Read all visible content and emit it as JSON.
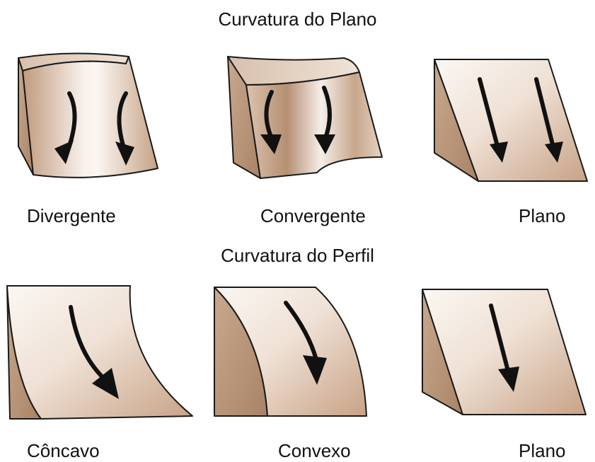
{
  "plan_curvature": {
    "title": "Curvatura do Plano",
    "labels": [
      "Divergente",
      "Convergente",
      "Plano"
    ]
  },
  "profile_curvature": {
    "title": "Curvatura do Perfil",
    "labels": [
      "Côncavo",
      "Convexo",
      "Plano"
    ]
  },
  "colors": {
    "surface_light": "#fbf6f2",
    "surface_dark": "#b99478",
    "outline": "#1a1a1a",
    "arrow": "#111111"
  }
}
